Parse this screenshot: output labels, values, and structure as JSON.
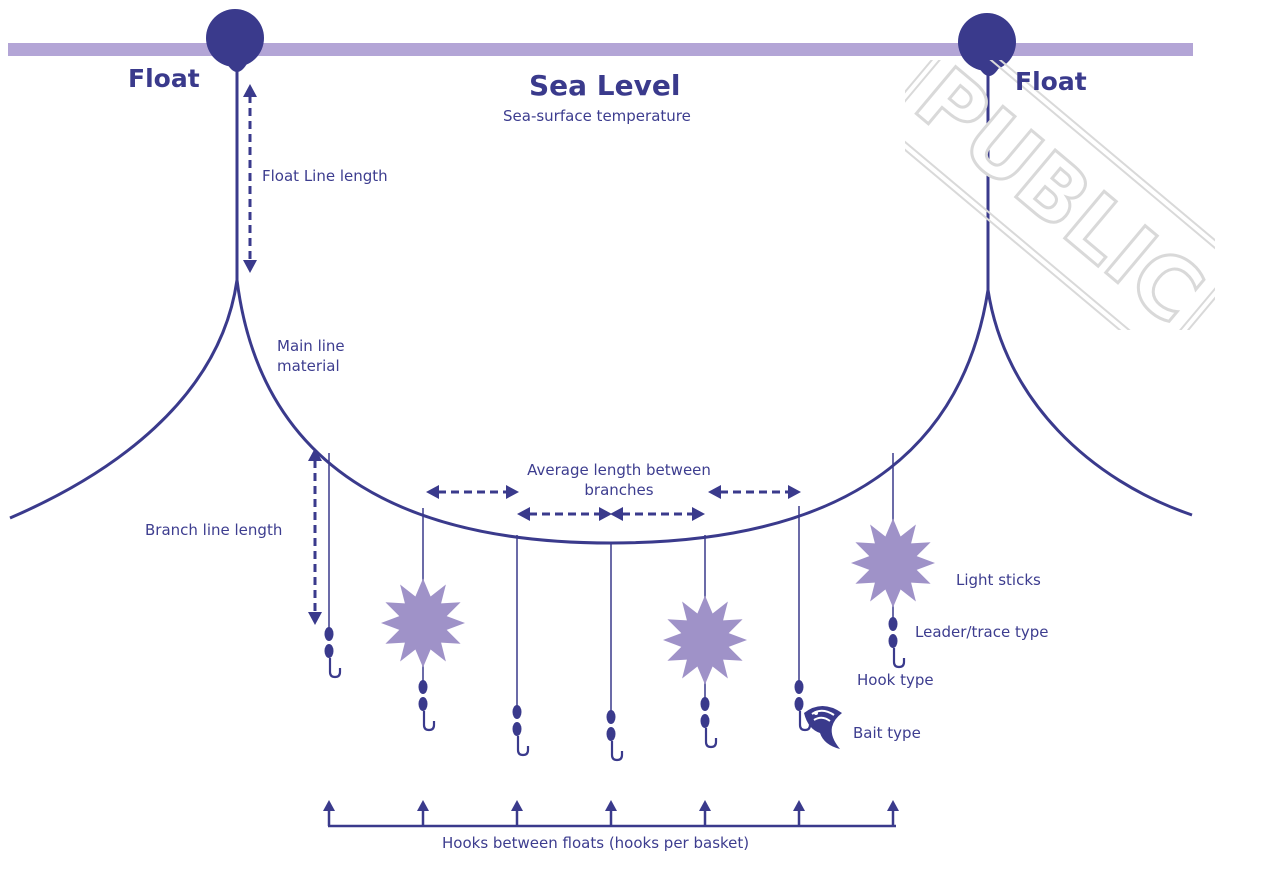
{
  "labels": {
    "float_left": "Float",
    "float_right": "Float",
    "sea_level": "Sea Level",
    "sea_surface_temp": "Sea-surface temperature",
    "float_line_length": "Float Line length",
    "main_line_material": "Main line material",
    "average_length": "Average length between branches",
    "branch_line_length": "Branch line length",
    "light_sticks": "Light sticks",
    "leader_trace_type": "Leader/trace type",
    "hook_type": "Hook type",
    "bait_type": "Bait type",
    "hooks_between_floats": "Hooks between floats (hooks per basket)"
  },
  "watermark": {
    "text": "PUBLIC"
  },
  "colors": {
    "line": "#3a3a8c",
    "sea_surface": "#b3a5d6",
    "light_stick": "#9f92c8",
    "watermark": "#d9d9d9"
  },
  "icons": [
    "float-buoy-icon",
    "hook-icon",
    "light-stick-icon",
    "fish-bait-icon",
    "arrow-icon"
  ]
}
